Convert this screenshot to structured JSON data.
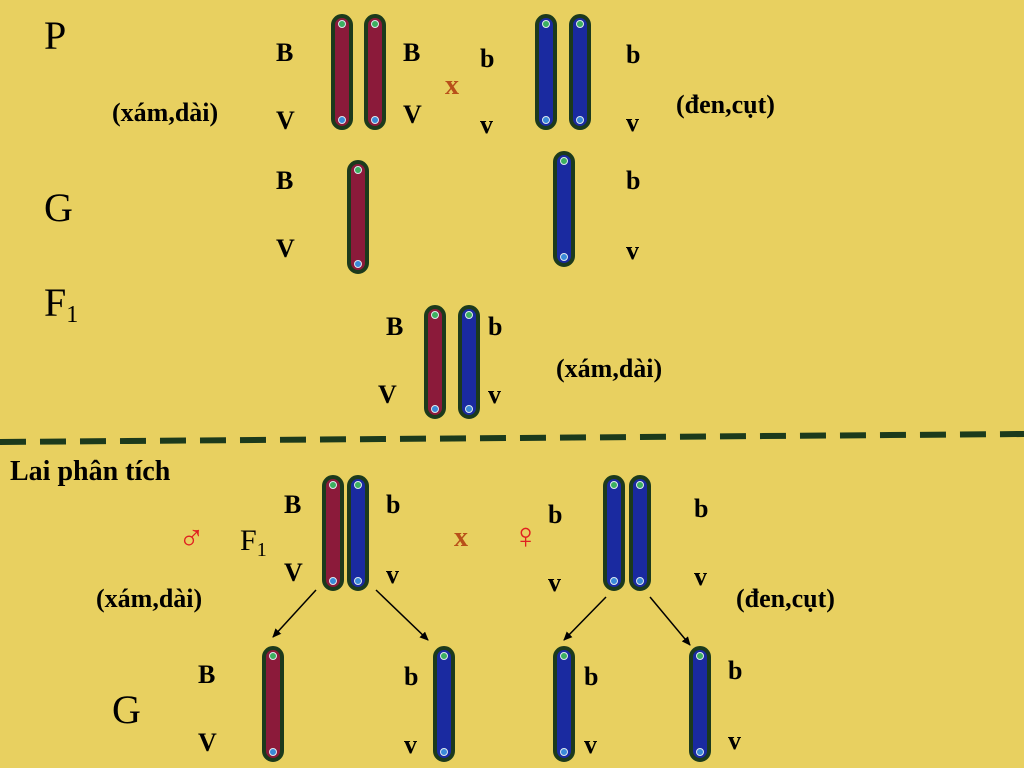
{
  "colors": {
    "background": "#e8d060",
    "maroon_chromosome": "#8b1a3a",
    "blue_chromosome": "#1a2aa0",
    "chromosome_outline": "#1c3a1c",
    "cross_symbol": "#b8501a",
    "sex_symbol": "#e02020",
    "divider": "#1c3a1c"
  },
  "labels": {
    "P": "P",
    "G": "G",
    "F": "F",
    "F_sub": "1",
    "cross": "x",
    "test_cross": "Lai phân tích",
    "male": "♂",
    "female": "♀",
    "pheno_grey_long": "(xám,dài)",
    "pheno_black_vestigial": "(đen,cụt)"
  },
  "alleles": {
    "B": "B",
    "V": "V",
    "b": "b",
    "v": "v"
  }
}
